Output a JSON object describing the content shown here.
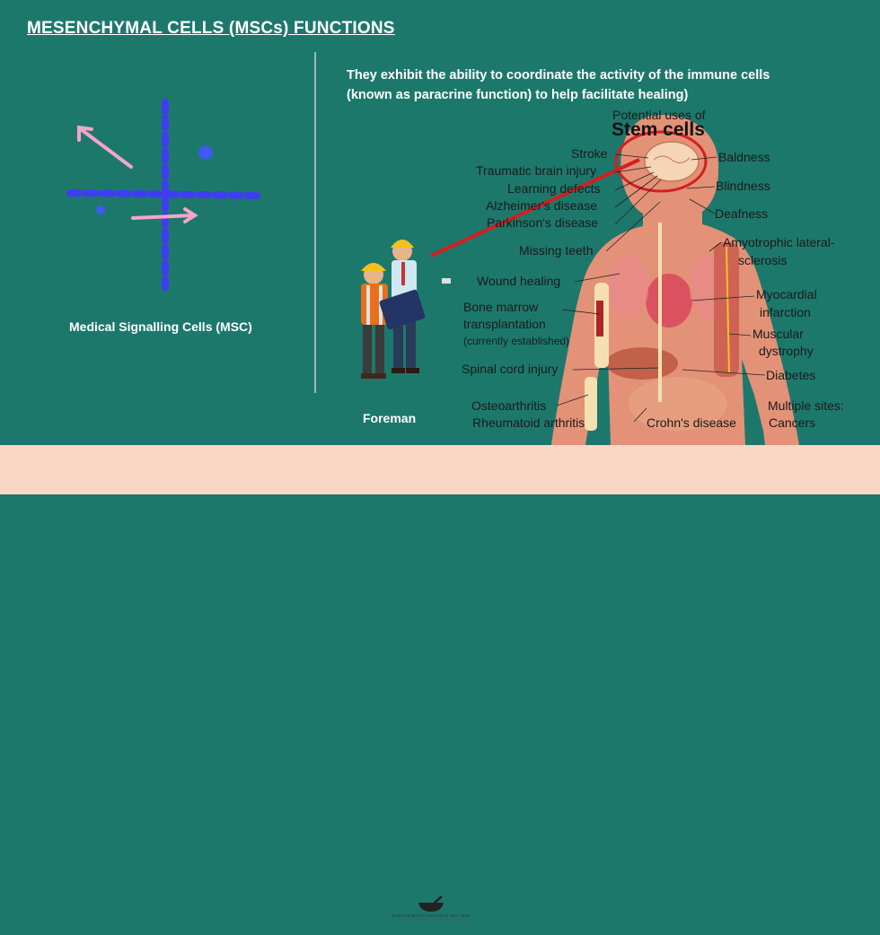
{
  "slide": {
    "title": "MESENCHYMAL CELLS (MSCs) FUNCTIONS",
    "intro": "They exhibit the ability to coordinate the activity of the immune cells (known as paracrine function) to help facilitate healing)",
    "left_caption": "Medical Signalling Cells (MSC)",
    "foreman_caption": "Foreman"
  },
  "figure": {
    "heading_small": "Potential uses of",
    "heading_big": "Stem cells",
    "left_labels": [
      "Stroke",
      "Traumatic brain injury",
      "Learning defects",
      "Alzheimer's disease",
      "Parkinson's disease",
      "Missing teeth",
      "Wound healing",
      "Bone marrow",
      "transplantation",
      "(currently established)",
      "Spinal cord injury",
      "Osteoarthritis",
      "Rheumatoid arthritis"
    ],
    "right_labels": [
      "Baldness",
      "Blindness",
      "Deafness",
      "Amyotrophic lateral-",
      "sclerosis",
      "Myocardial",
      "infarction",
      "Muscular",
      "dystrophy",
      "Diabetes",
      "Multiple sites:",
      "Cancers",
      "Crohn's disease"
    ]
  },
  "footer": {
    "brand": "NORTH BORNEO WELLNESS SDN. BHD.",
    "tagline": "Premier Healthcare & Travel Consultancy"
  },
  "colors": {
    "background": "#1d786c",
    "footer": "#f8d8c4",
    "signal_blue": "#3e3ef0",
    "signal_pink": "#f4a6c8",
    "pointer_red": "#d41f1f"
  }
}
